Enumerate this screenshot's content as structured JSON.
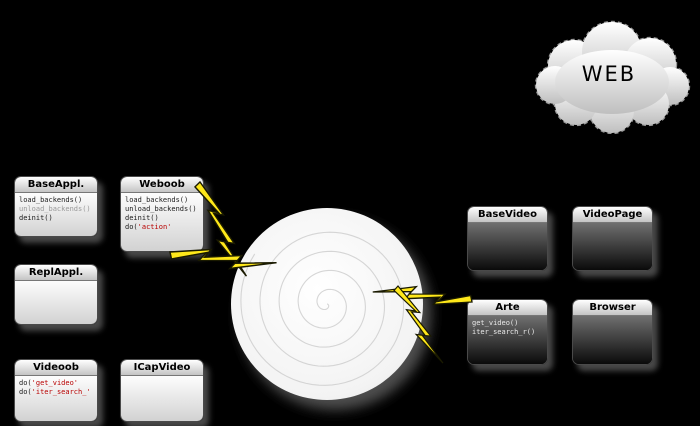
{
  "background": "#000000",
  "cloud": {
    "label": "WEB"
  },
  "palette": {
    "highlight_text": "#b80000",
    "dim_text": "#9a9a9a",
    "inverse_text": "#e9e9e9",
    "bolt_fill": "#ffe81a",
    "box_border": "#4a4a4a"
  },
  "classes": [
    {
      "id": "baseappl",
      "title": "BaseAppl.",
      "body": "light",
      "methods": [
        {
          "segments": [
            {
              "text": "load_backends()",
              "style": "normal"
            }
          ]
        },
        {
          "segments": [
            {
              "text": "unload_backends()",
              "style": "dim"
            }
          ]
        },
        {
          "segments": [
            {
              "text": "deinit()",
              "style": "normal"
            }
          ]
        }
      ]
    },
    {
      "id": "weboob",
      "title": "Weboob",
      "body": "light",
      "methods": [
        {
          "segments": [
            {
              "text": "load_backends()",
              "style": "normal"
            }
          ]
        },
        {
          "segments": [
            {
              "text": "unload_backends()",
              "style": "normal"
            }
          ]
        },
        {
          "segments": [
            {
              "text": "deinit()",
              "style": "normal"
            }
          ]
        },
        {
          "segments": [
            {
              "text": "do(",
              "style": "normal"
            },
            {
              "text": "'action'",
              "style": "highlight"
            }
          ]
        }
      ]
    },
    {
      "id": "replappl",
      "title": "ReplAppl.",
      "body": "light",
      "methods": []
    },
    {
      "id": "videoob",
      "title": "Videoob",
      "body": "light",
      "methods": [
        {
          "segments": [
            {
              "text": "do(",
              "style": "normal"
            },
            {
              "text": "'get_video'",
              "style": "highlight"
            }
          ]
        },
        {
          "segments": [
            {
              "text": "do(",
              "style": "normal"
            },
            {
              "text": "'iter_search_'",
              "style": "highlight"
            }
          ]
        }
      ]
    },
    {
      "id": "icapvideo",
      "title": "ICapVideo",
      "body": "light",
      "methods": []
    },
    {
      "id": "basevideo",
      "title": "BaseVideo",
      "body": "dark",
      "methods": []
    },
    {
      "id": "videopage",
      "title": "VideoPage",
      "body": "dark",
      "methods": []
    },
    {
      "id": "arte",
      "title": "Arte",
      "body": "dark",
      "methods": [
        {
          "segments": [
            {
              "text": "get_video()",
              "style": "inverse"
            }
          ]
        },
        {
          "segments": [
            {
              "text": "iter_search_r()",
              "style": "inverse"
            }
          ]
        }
      ]
    },
    {
      "id": "browser",
      "title": "Browser",
      "body": "dark",
      "methods": []
    }
  ]
}
